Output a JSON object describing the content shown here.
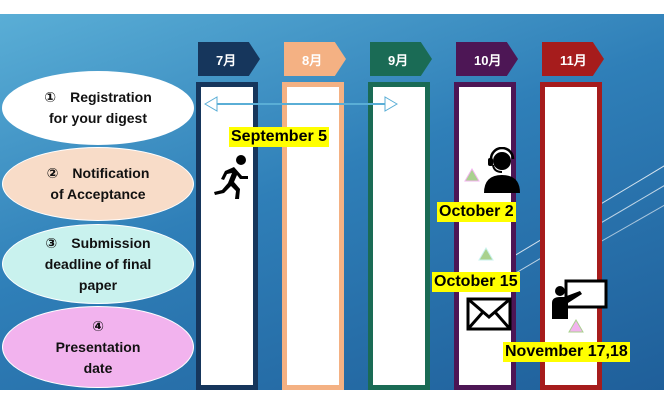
{
  "months": [
    {
      "label": "7月",
      "color": "#16365c"
    },
    {
      "label": "8月",
      "color": "#f4b183"
    },
    {
      "label": "9月",
      "color": "#1a6b55"
    },
    {
      "label": "10月",
      "color": "#4d1655"
    },
    {
      "label": "11月",
      "color": "#a61c1c"
    }
  ],
  "steps": [
    {
      "text": "①　Registration\nfor your digest",
      "color": "#ffffff"
    },
    {
      "text": "②　Notification\nof Acceptance",
      "color": "#f8dcc8"
    },
    {
      "text": "③　Submission\ndeadline of final\npaper",
      "color": "#c9f2ee"
    },
    {
      "text": "④\nPresentation\ndate",
      "color": "#f2b3ee"
    }
  ],
  "labels": {
    "registration_deadline": "September 5",
    "notification_date": "October 2",
    "final_paper_deadline": "October 15",
    "presentation_dates": "November 17,18"
  },
  "icons": [
    "runner-icon",
    "speaker-icon",
    "envelope-icon",
    "presenter-icon"
  ],
  "accent_colors": {
    "arrow": "#ffffff",
    "triangle_fill": "#a9d18e",
    "triangle_fill_pink": "#f2b3ee",
    "highlight": "#ffff00"
  }
}
